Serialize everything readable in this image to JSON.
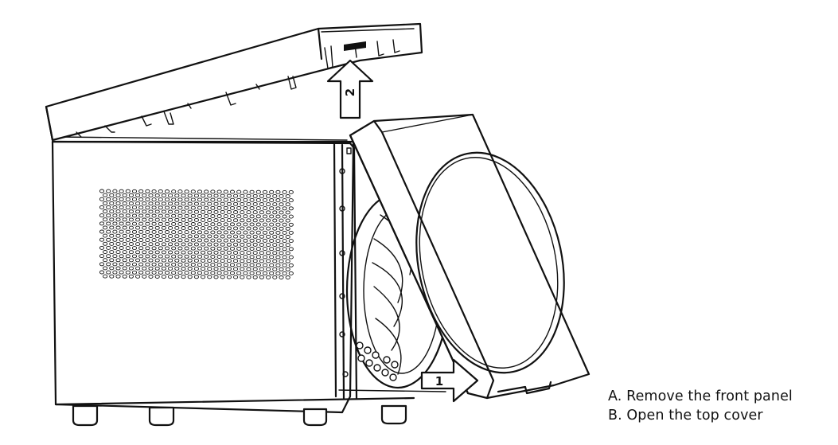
{
  "callouts": {
    "step_1": "1",
    "step_2": "2"
  },
  "legend": {
    "line_a": "A. Remove the front panel",
    "line_b": "B. Open the top cover"
  },
  "colors": {
    "line": "#111111",
    "background": "#ffffff"
  },
  "icons": [
    "up-arrow-icon",
    "right-arrow-icon"
  ]
}
